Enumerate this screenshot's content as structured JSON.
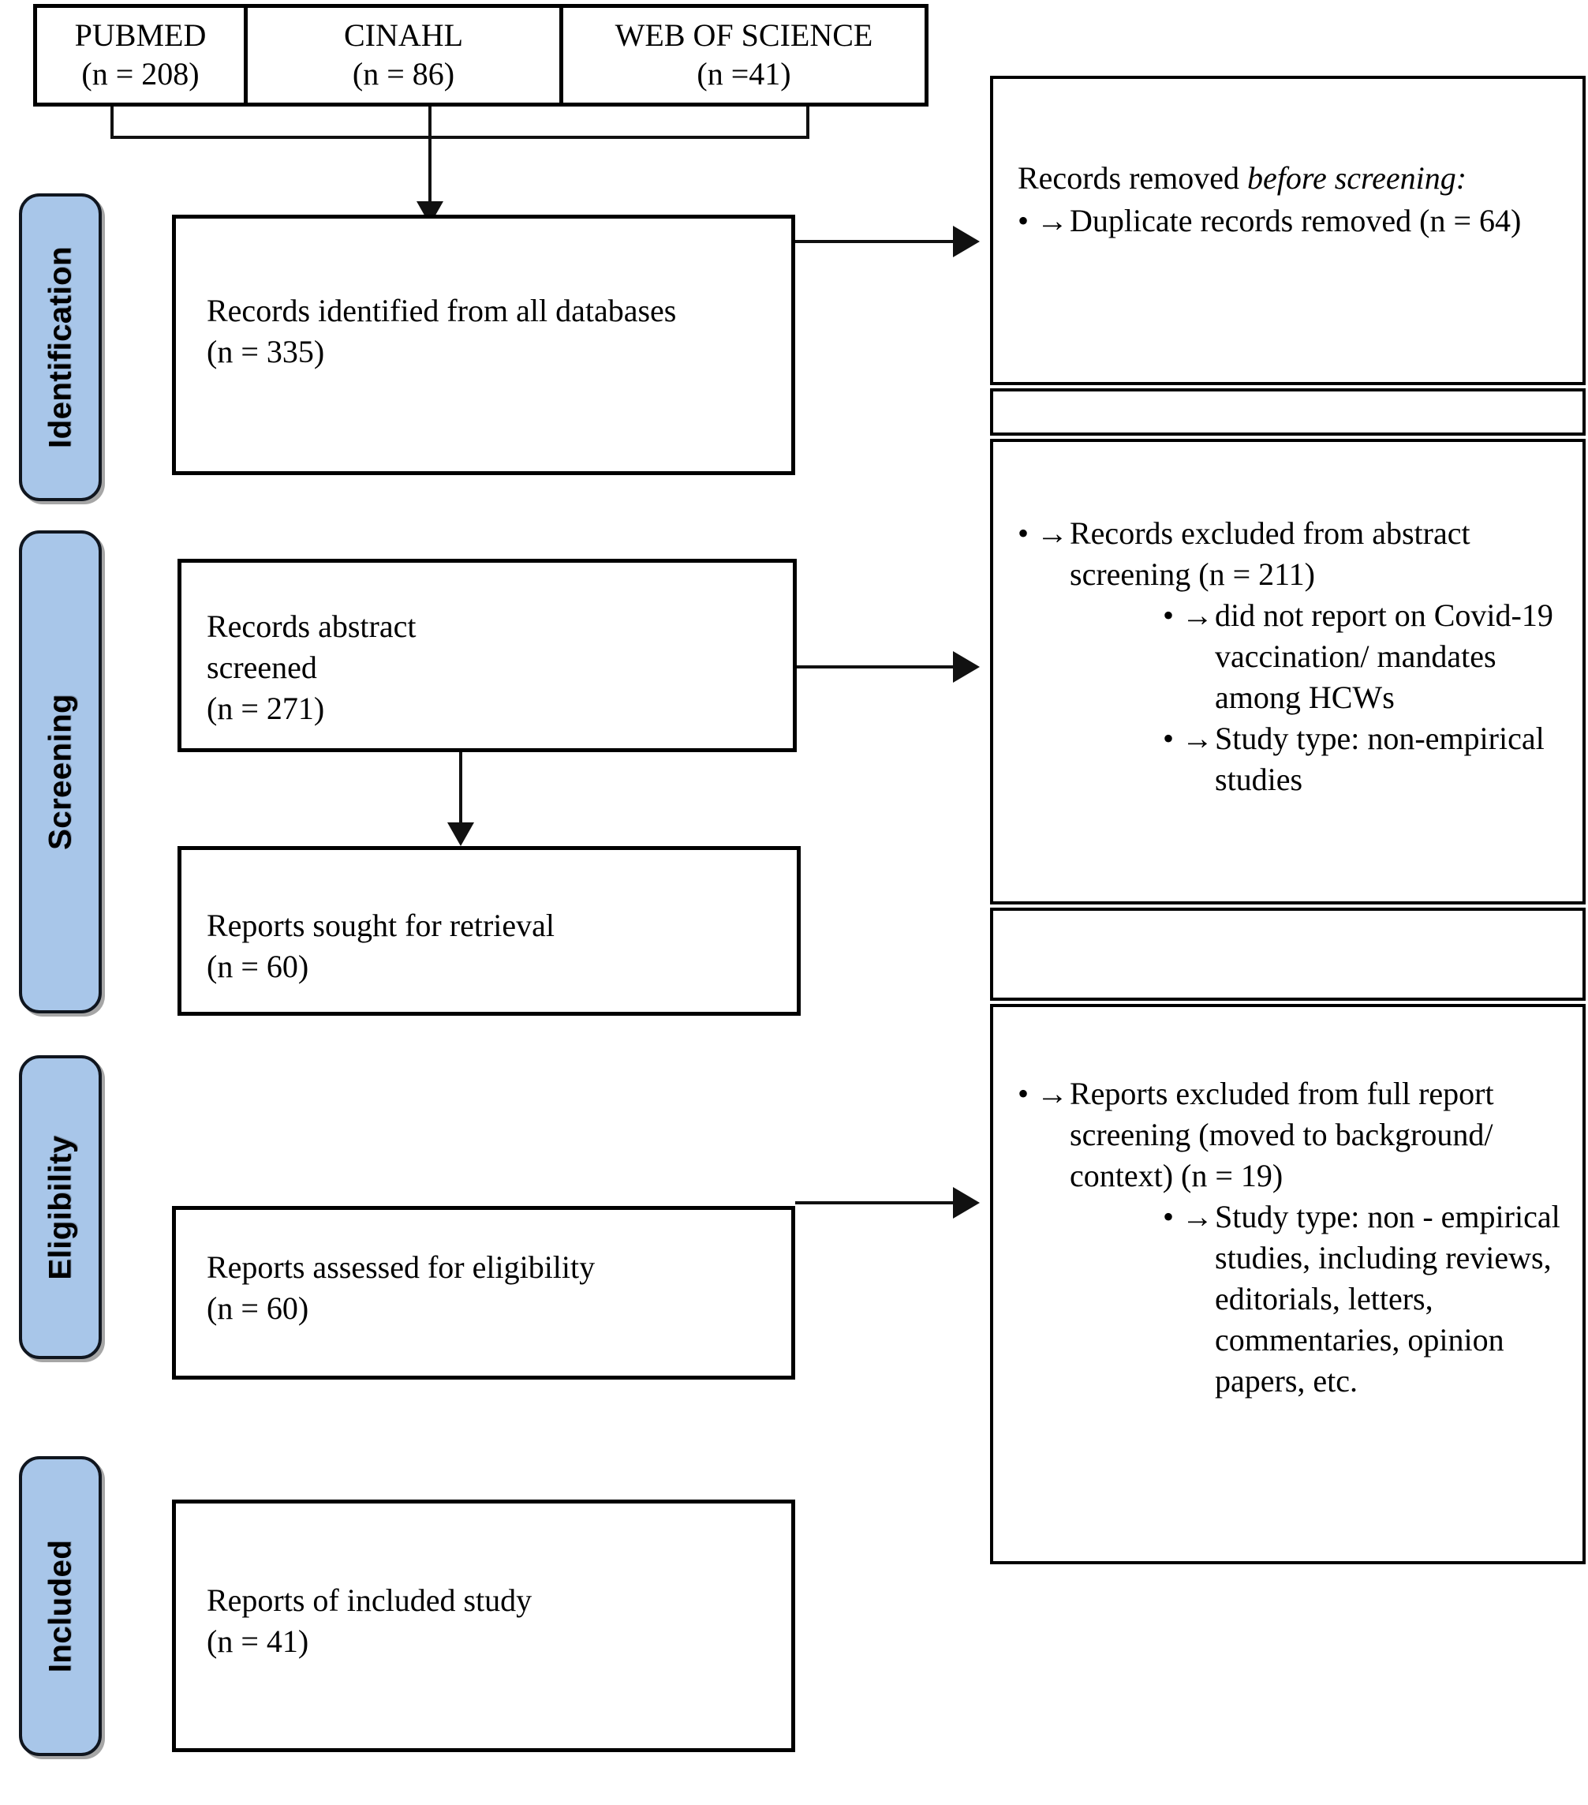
{
  "diagram": {
    "title": "PRISMA flow diagram",
    "accent_color": "#A8C6E9",
    "line_color": "#000000"
  },
  "stages": [
    {
      "id": "identification",
      "label": "Identification"
    },
    {
      "id": "screening",
      "label": "Screening"
    },
    {
      "id": "eligibility",
      "label": "Eligibility"
    },
    {
      "id": "included",
      "label": "Included"
    }
  ],
  "sources": [
    {
      "name": "PUBMED",
      "count": "(n = 208)"
    },
    {
      "name": "CINAHL",
      "count": "(n = 86)"
    },
    {
      "name": "WEB OF SCIENCE",
      "count": "(n =41)"
    }
  ],
  "flow": {
    "identified": {
      "line1": "Records identified from all databases",
      "line2": "(n = 335)"
    },
    "abstract_screened": {
      "line1": "Records abstract",
      "line2": "screened",
      "line3": "(n = 271)"
    },
    "sought_retrieval": {
      "line1": "Reports sought for retrieval",
      "line2": "(n = 60)"
    },
    "assessed_eligibility": {
      "line1": "Reports assessed for eligibility",
      "line2": "(n = 60)"
    },
    "included_reports": {
      "line1": "Reports of included study",
      "line2": "(n = 41)"
    }
  },
  "excluded": {
    "before_screening": {
      "lead_plain": "Records removed ",
      "lead_italic": "before screening:",
      "items": [
        {
          "bullet": "•  →",
          "text": "Duplicate records removed (n = 64)"
        }
      ]
    },
    "abstract_screening": {
      "items": [
        {
          "bullet": "•  →",
          "text": "Records excluded from abstract screening (n = 211)",
          "subitems": [
            {
              "bullet": "•  →",
              "text": "did not report on Covid-19 vaccination/ mandates among HCWs"
            },
            {
              "bullet": "•  →",
              "text": "Study type: non-empirical studies"
            }
          ]
        }
      ]
    },
    "full_report_screening": {
      "items": [
        {
          "bullet": "•  →",
          "text": "Reports excluded from full report screening (moved to background/ context) (n = 19)",
          "subitems": [
            {
              "bullet": "•  →",
              "text": "Study type: non - empirical studies, including reviews, editorials, letters, commentaries, opinion papers, etc."
            }
          ]
        }
      ]
    }
  }
}
